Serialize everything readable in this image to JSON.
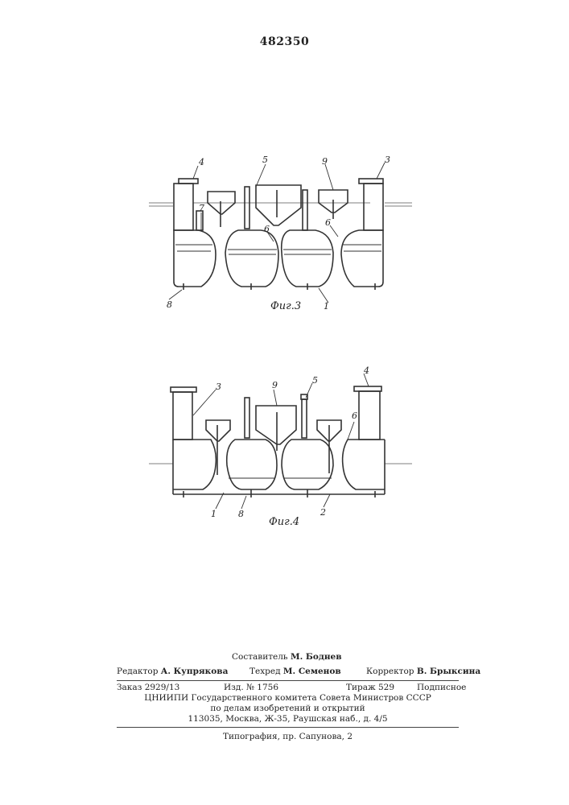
{
  "header": {
    "patent_number": "482350"
  },
  "figure3": {
    "caption": "Фиг.3",
    "labels": {
      "l4": "4",
      "l5": "5",
      "l9": "9",
      "l3": "3",
      "l7": "7",
      "l6a": "6",
      "l6b": "6",
      "l8": "8",
      "l1": "1"
    }
  },
  "figure4": {
    "caption": "Фиг.4",
    "labels": {
      "l3": "3",
      "l9": "9",
      "l5": "5",
      "l4": "4",
      "l6": "6",
      "l1": "1",
      "l8": "8",
      "l2": "2"
    }
  },
  "imprint": {
    "compiler_role": "Составитель",
    "compiler_name": "М. Боднев",
    "editor_role": "Редактор",
    "editor_name": "А. Купрякова",
    "techred_role": "Техред",
    "techred_name": "М. Семенов",
    "corrector_role": "Корректор",
    "corrector_name": "В. Брыксина",
    "order": "Заказ 2929/13",
    "edition": "Изд. № 1756",
    "circulation": "Тираж 529",
    "subscription": "Подписное",
    "org_line1": "ЦНИИПИ Государственного комитета Совета Министров СССР",
    "org_line2": "по делам изобретений и открытий",
    "address": "113035, Москва, Ж-35, Раушская наб., д. 4/5",
    "printing_house": "Типография, пр. Сапунова, 2"
  }
}
